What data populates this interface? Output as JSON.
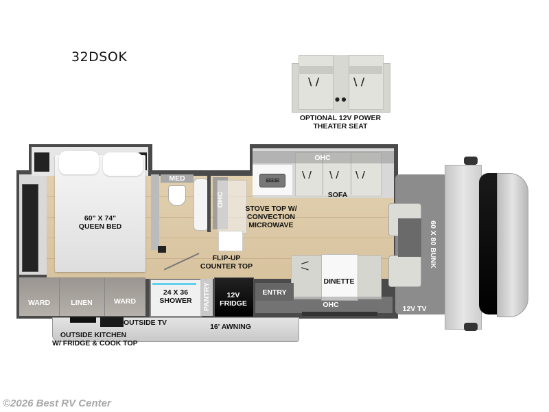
{
  "model": {
    "name": "32DSOK"
  },
  "option": {
    "label_line1": "OPTIONAL 12V POWER",
    "label_line2": "THEATER SEAT"
  },
  "rooms": {
    "bed_size": "60\" X 74\"",
    "bed_name": "QUEEN BED",
    "med": "MED",
    "ohc_bath": "OHC",
    "stove_line1": "STOVE TOP W/",
    "stove_line2": "CONVECTION",
    "stove_line3": "MICROWAVE",
    "ohc_top": "OHC",
    "sofa": "SOFA",
    "flip_line1": "FLIP-UP",
    "flip_line2": "COUNTER TOP",
    "dinette": "DINETTE",
    "ohc_bottom": "OHC",
    "entry": "ENTRY",
    "bunk": "60 X 80 BUNK",
    "tv": "12V TV",
    "ward_left": "WARD",
    "linen": "LINEN",
    "ward_right": "WARD",
    "shower_line1": "24 X 36",
    "shower_line2": "SHOWER",
    "pantry": "PANTRY",
    "fridge_line1": "12V",
    "fridge_line2": "FRIDGE",
    "outside_tv": "OUTSIDE TV",
    "awning": "16' AWNING",
    "kitchen_line1": "OUTSIDE KITCHEN",
    "kitchen_line2": "W/ FRIDGE & COOK TOP"
  },
  "footer": {
    "copyright": "©2026 Best RV Center"
  },
  "colors": {
    "wall": "#4a4a4a",
    "floor": "#dcc8a4",
    "cab": "#8c8c8c",
    "text": "#111111"
  }
}
